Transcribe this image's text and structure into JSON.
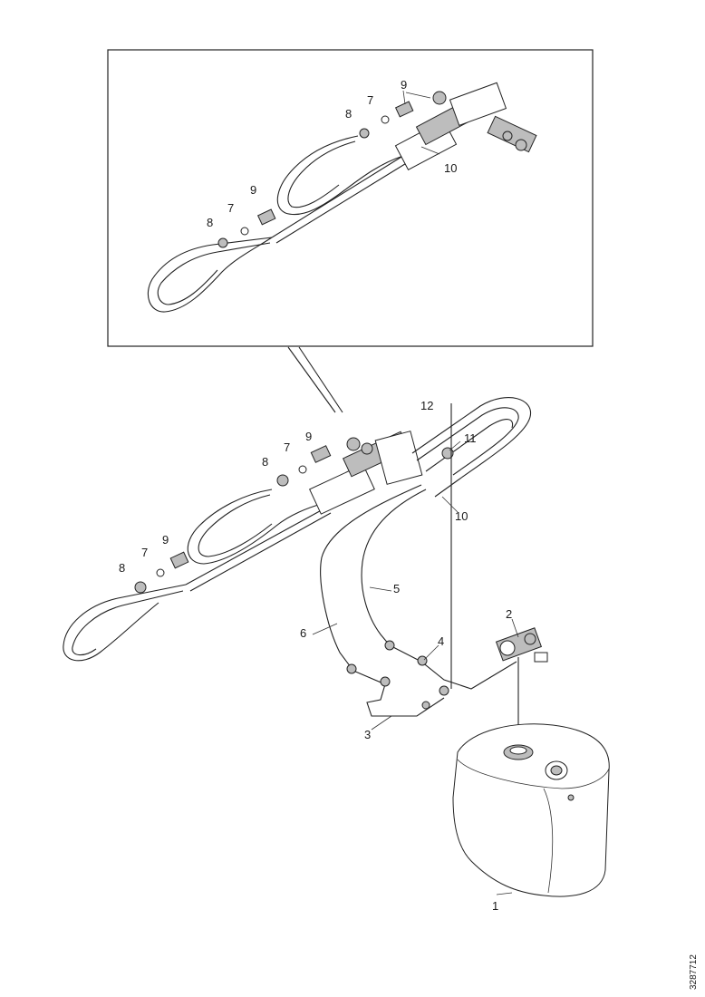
{
  "callouts": {
    "c1": "1",
    "c2": "2",
    "c3": "3",
    "c4": "4",
    "c5": "5",
    "c6": "6",
    "c7a": "7",
    "c7b": "7",
    "c7c": "7",
    "c7d": "7",
    "c8a": "8",
    "c8b": "8",
    "c8c": "8",
    "c8d": "8",
    "c9a": "9",
    "c9b": "9",
    "c9c": "9",
    "c9d": "9",
    "c10a": "10",
    "c10b": "10",
    "c11": "11",
    "c12": "12"
  },
  "reference_number": "3287712"
}
